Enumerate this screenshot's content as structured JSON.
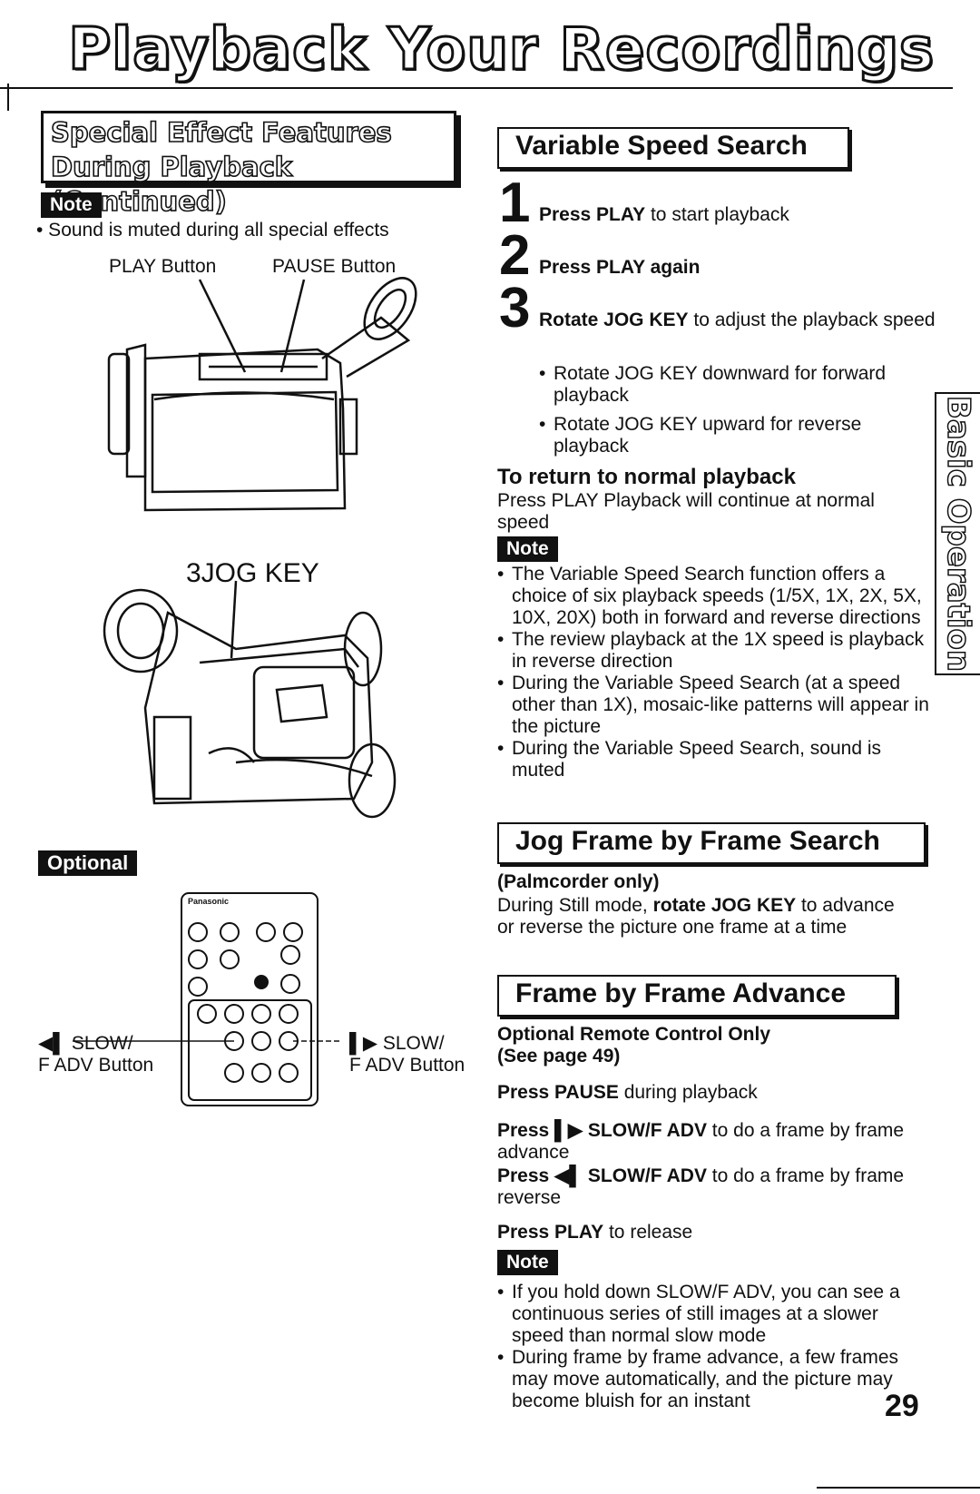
{
  "page_title": "Playback Your Recordings",
  "special_effects": {
    "heading_line1": "Special Effect Features",
    "heading_line2": "During Playback (Continued)",
    "note_label": "Note",
    "note_text": "• Sound is muted during all special effects",
    "play_button_label": "PLAY Button",
    "pause_button_label": "PAUSE Button",
    "jog_key_label": "3JOG KEY",
    "optional_label": "Optional",
    "remote_brand": "Panasonic",
    "slow_left_label_line1": "◀▌ SLOW/",
    "slow_left_label_line2": "F ADV Button",
    "slow_right_label_line1": "▌▶ SLOW/",
    "slow_right_label_line2": "F ADV Button"
  },
  "variable_speed": {
    "heading": "Variable Speed Search",
    "steps": [
      {
        "num": "1",
        "bold": "Press PLAY",
        "rest": " to start playback"
      },
      {
        "num": "2",
        "bold": "Press PLAY again",
        "rest": ""
      },
      {
        "num": "3",
        "bold": "Rotate JOG KEY",
        "rest": " to adjust the playback speed"
      }
    ],
    "step3_bullets": [
      "Rotate JOG KEY downward for forward playback",
      "Rotate JOG KEY upward for reverse playback"
    ],
    "return_heading": "To return to normal playback",
    "return_text": "Press PLAY  Playback will continue at normal speed",
    "note_label": "Note",
    "notes": [
      "The Variable Speed Search function offers a choice of six playback speeds (1/5X, 1X, 2X, 5X, 10X, 20X) both in forward and reverse directions",
      "The review playback at the 1X speed is playback in reverse direction",
      "During the Variable Speed Search (at a speed other than 1X), mosaic-like patterns will appear in the picture",
      "During the Variable Speed Search, sound is muted"
    ]
  },
  "jog_frame": {
    "heading": "Jog Frame by Frame Search",
    "subheading": "(Palmcorder only)",
    "text_pre": "During Still mode, ",
    "text_bold": "rotate JOG KEY",
    "text_post": " to advance or reverse the picture one frame at a time"
  },
  "frame_advance": {
    "heading": "Frame by Frame Advance",
    "sub1": "Optional Remote Control Only",
    "sub2": "(See page 49)",
    "line1_bold": "Press PAUSE",
    "line1_rest": " during playback",
    "line2_bold": "Press ▌▶ SLOW/F ADV",
    "line2_rest": " to do a frame by frame advance",
    "line3_bold": "Press ◀▌ SLOW/F ADV",
    "line3_rest": " to do a frame by frame reverse",
    "line4_bold": "Press PLAY",
    "line4_rest": " to release",
    "note_label": "Note",
    "notes": [
      "If you hold down SLOW/F ADV, you can see a continuous series of still images at a slower speed than normal slow mode",
      "During frame by frame advance, a few frames may move automatically, and the picture may become bluish for an instant"
    ]
  },
  "side_tab": "Basic Operation",
  "page_number": "29"
}
